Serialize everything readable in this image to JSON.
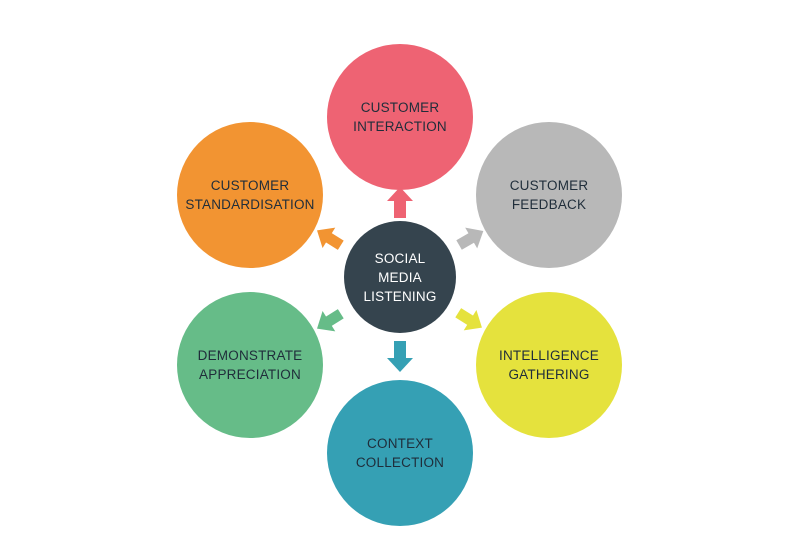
{
  "center": {
    "lines": [
      "SOCIAL",
      "MEDIA",
      "LISTENING"
    ],
    "color": "#35444e"
  },
  "nodes": [
    {
      "id": "customer-interaction",
      "lines": [
        "CUSTOMER",
        "INTERACTION"
      ],
      "color": "#ee6373"
    },
    {
      "id": "customer-feedback",
      "lines": [
        "CUSTOMER",
        "FEEDBACK"
      ],
      "color": "#b8b8b8"
    },
    {
      "id": "intelligence-gathering",
      "lines": [
        "INTELLIGENCE",
        "GATHERING"
      ],
      "color": "#e5e23d"
    },
    {
      "id": "context-collection",
      "lines": [
        "CONTEXT",
        "COLLECTION"
      ],
      "color": "#35a0b4"
    },
    {
      "id": "demonstrate-appreciation",
      "lines": [
        "DEMONSTRATE",
        "APPRECIATION"
      ],
      "color": "#66bc88"
    },
    {
      "id": "customer-standardisation",
      "lines": [
        "CUSTOMER",
        "STANDARDISATION"
      ],
      "color": "#f29432"
    }
  ]
}
